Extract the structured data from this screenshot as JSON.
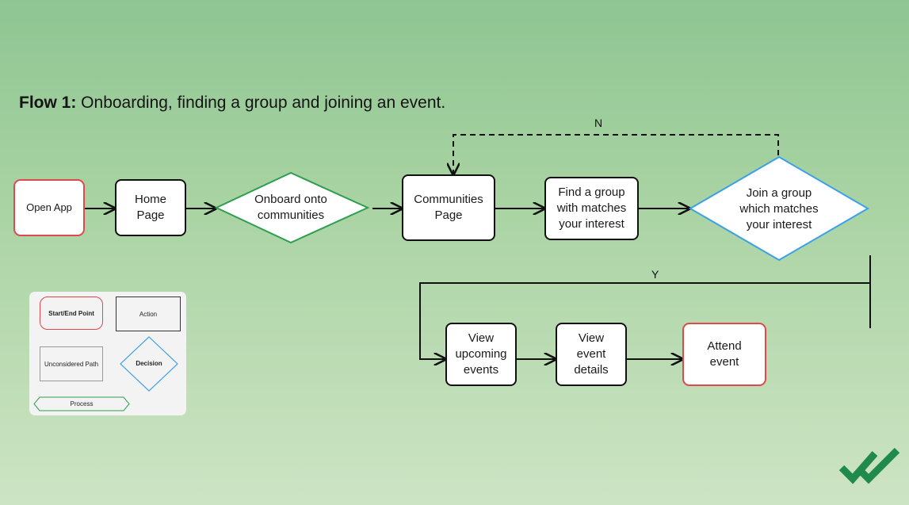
{
  "title": {
    "bold": "Flow 1:",
    "text": " Onboarding, finding a group and joining an event."
  },
  "nodes": {
    "open_app": "Open App",
    "home_page": "Home\nPage",
    "onboard": "Onboard onto\ncommunities",
    "communities_page": "Communities\nPage",
    "find_group": "Find a group\nwith matches\nyour interest",
    "join_group": "Join a group\nwhich matches\nyour interest",
    "view_upcoming": "View\nupcoming\nevents",
    "view_details": "View\nevent\ndetails",
    "attend": "Attend\nevent"
  },
  "edges": {
    "no_label": "N",
    "yes_label": "Y"
  },
  "legend": {
    "start_end": "Start/End Point",
    "action": "Action",
    "unconsidered": "Unconsidered Path",
    "decision": "Decision",
    "process": "Process"
  },
  "colors": {
    "start_end": "#e0484b",
    "process": "#2e9e4f",
    "decision": "#3aa0e8",
    "action": "#111111",
    "logo": "#1f8a4c"
  },
  "icons": [
    "double-check-logo-icon"
  ]
}
